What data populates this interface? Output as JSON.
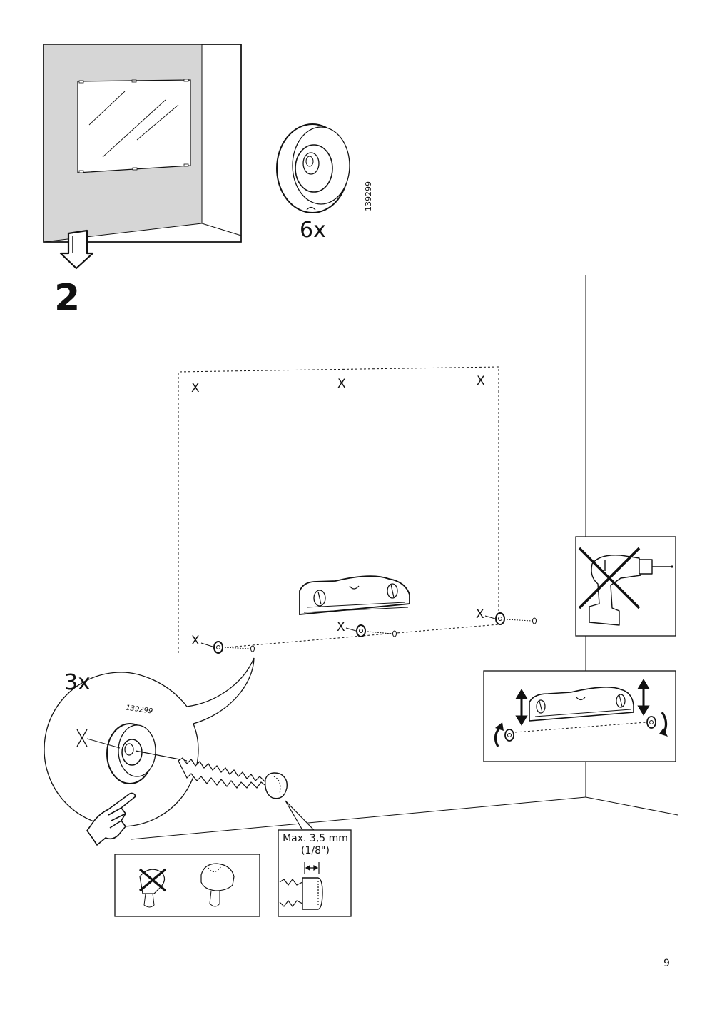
{
  "page": {
    "number": "9"
  },
  "step": {
    "number": "2"
  },
  "part": {
    "article": "139299",
    "quantity_total": "6x",
    "quantity_used": "3x"
  },
  "wall_marks": {
    "symbol": "X"
  },
  "screw": {
    "max_head_label": "Max. 3,5 mm",
    "max_head_imperial": "(1/8\")"
  },
  "icons": [
    "arrow-down-icon",
    "no-power-drill-icon",
    "adjust-level-icon",
    "forbidden-screw-head-icon",
    "correct-screw-head-icon",
    "finger-point-icon"
  ],
  "colors": {
    "wall_shade": "#d6d6d6",
    "line": "#111111",
    "paper": "#ffffff"
  }
}
